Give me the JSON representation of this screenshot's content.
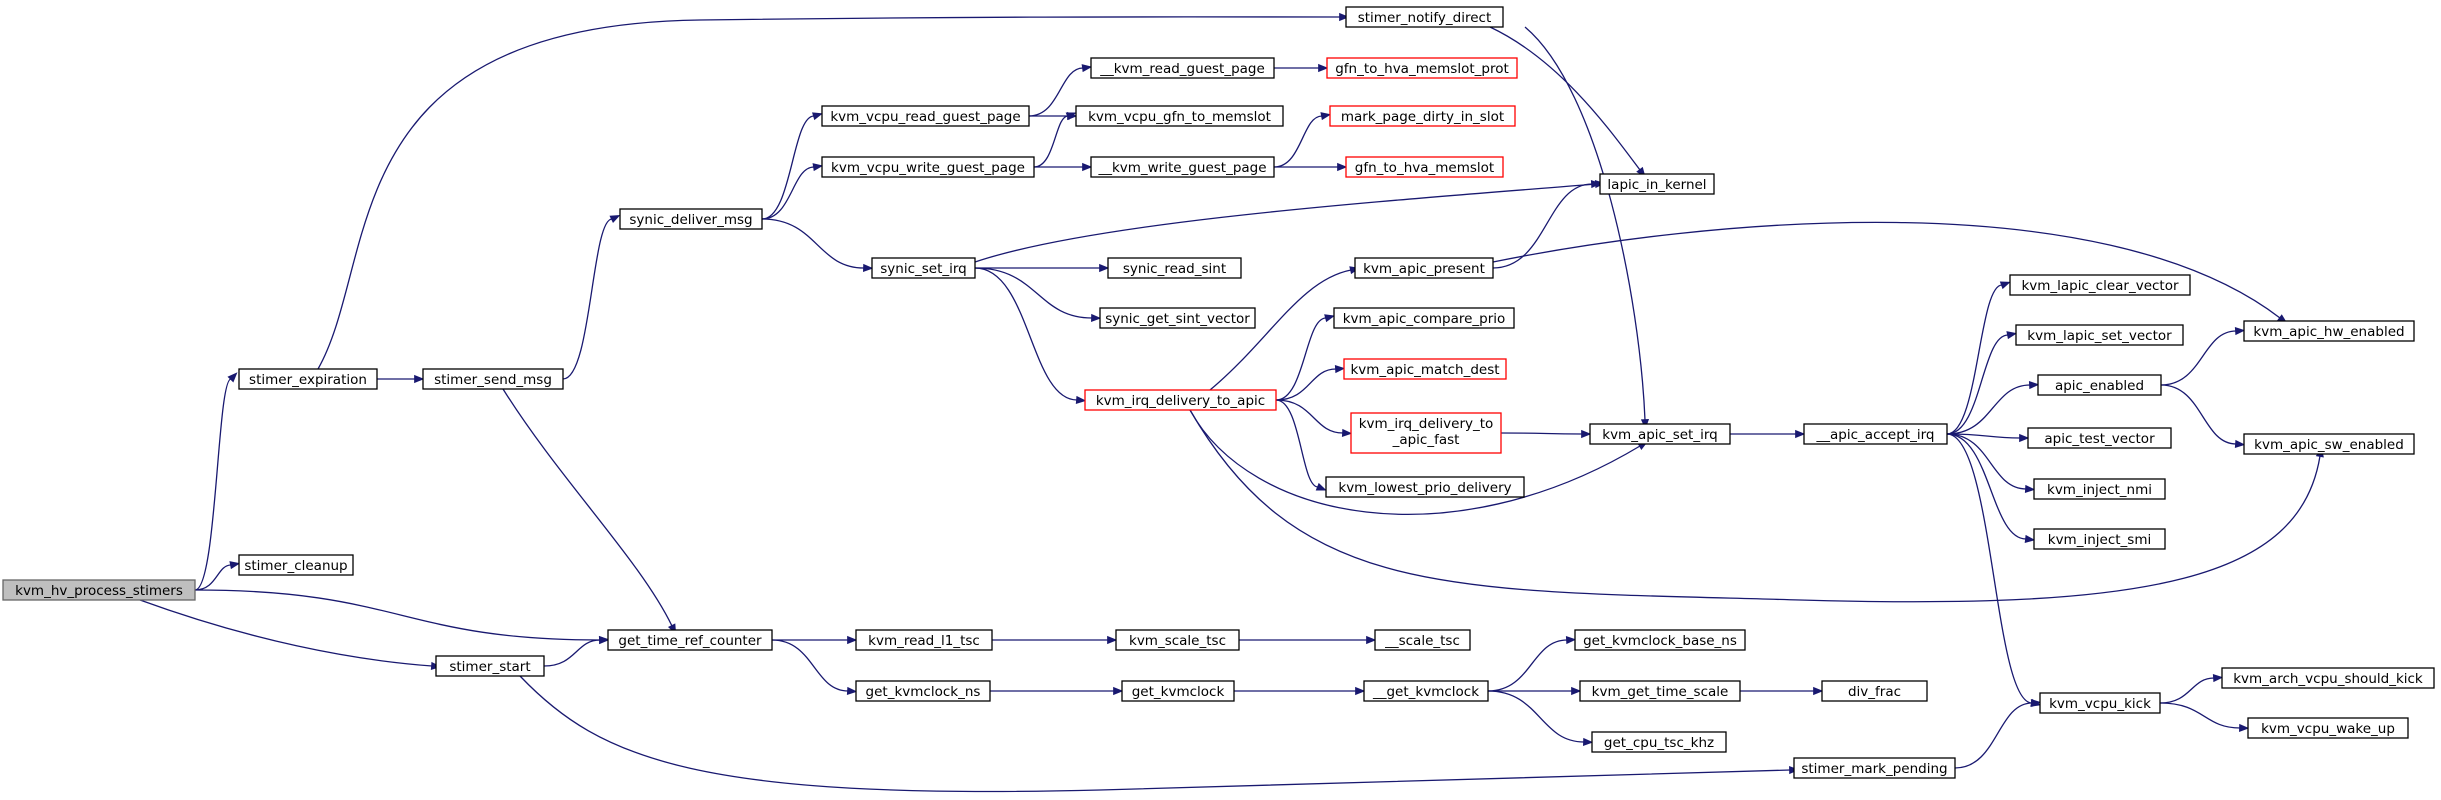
{
  "graph": {
    "nodes": [
      {
        "id": "kvm_hv_process_stimers",
        "label": "kvm_hv_process_stimers",
        "style": "root"
      },
      {
        "id": "stimer_expiration",
        "label": "stimer_expiration",
        "style": "normal"
      },
      {
        "id": "stimer_cleanup",
        "label": "stimer_cleanup",
        "style": "normal"
      },
      {
        "id": "stimer_start",
        "label": "stimer_start",
        "style": "normal"
      },
      {
        "id": "stimer_send_msg",
        "label": "stimer_send_msg",
        "style": "normal"
      },
      {
        "id": "get_time_ref_counter",
        "label": "get_time_ref_counter",
        "style": "normal"
      },
      {
        "id": "synic_deliver_msg",
        "label": "synic_deliver_msg",
        "style": "normal"
      },
      {
        "id": "stimer_notify_direct",
        "label": "stimer_notify_direct",
        "style": "normal"
      },
      {
        "id": "kvm_vcpu_read_guest_page",
        "label": "kvm_vcpu_read_guest_page",
        "style": "normal"
      },
      {
        "id": "kvm_vcpu_write_guest_page",
        "label": "kvm_vcpu_write_guest_page",
        "style": "normal"
      },
      {
        "id": "synic_set_irq",
        "label": "synic_set_irq",
        "style": "normal"
      },
      {
        "id": "kvm_read_l1_tsc",
        "label": "kvm_read_l1_tsc",
        "style": "normal"
      },
      {
        "id": "get_kvmclock_ns",
        "label": "get_kvmclock_ns",
        "style": "normal"
      },
      {
        "id": "__kvm_read_guest_page",
        "label": "__kvm_read_guest_page",
        "style": "normal"
      },
      {
        "id": "kvm_vcpu_gfn_to_memslot",
        "label": "kvm_vcpu_gfn_to_memslot",
        "style": "normal"
      },
      {
        "id": "__kvm_write_guest_page",
        "label": "__kvm_write_guest_page",
        "style": "normal"
      },
      {
        "id": "synic_read_sint",
        "label": "synic_read_sint",
        "style": "normal"
      },
      {
        "id": "synic_get_sint_vector",
        "label": "synic_get_sint_vector",
        "style": "normal"
      },
      {
        "id": "kvm_irq_delivery_to_apic",
        "label": "kvm_irq_delivery_to_apic",
        "style": "external"
      },
      {
        "id": "kvm_scale_tsc",
        "label": "kvm_scale_tsc",
        "style": "normal"
      },
      {
        "id": "get_kvmclock",
        "label": "get_kvmclock",
        "style": "normal"
      },
      {
        "id": "gfn_to_hva_memslot_prot",
        "label": "gfn_to_hva_memslot_prot",
        "style": "external"
      },
      {
        "id": "mark_page_dirty_in_slot",
        "label": "mark_page_dirty_in_slot",
        "style": "external"
      },
      {
        "id": "gfn_to_hva_memslot",
        "label": "gfn_to_hva_memslot",
        "style": "external"
      },
      {
        "id": "kvm_apic_present",
        "label": "kvm_apic_present",
        "style": "normal"
      },
      {
        "id": "kvm_apic_compare_prio",
        "label": "kvm_apic_compare_prio",
        "style": "normal"
      },
      {
        "id": "kvm_apic_match_dest",
        "label": "kvm_apic_match_dest",
        "style": "external"
      },
      {
        "id": "kvm_irq_delivery_to_apic_fast",
        "label": "kvm_irq_delivery_to\n_apic_fast",
        "style": "external"
      },
      {
        "id": "kvm_lowest_prio_delivery",
        "label": "kvm_lowest_prio_delivery",
        "style": "normal"
      },
      {
        "id": "__scale_tsc",
        "label": "__scale_tsc",
        "style": "normal"
      },
      {
        "id": "__get_kvmclock",
        "label": "__get_kvmclock",
        "style": "normal"
      },
      {
        "id": "lapic_in_kernel",
        "label": "lapic_in_kernel",
        "style": "normal"
      },
      {
        "id": "kvm_apic_set_irq",
        "label": "kvm_apic_set_irq",
        "style": "normal"
      },
      {
        "id": "get_kvmclock_base_ns",
        "label": "get_kvmclock_base_ns",
        "style": "normal"
      },
      {
        "id": "kvm_get_time_scale",
        "label": "kvm_get_time_scale",
        "style": "normal"
      },
      {
        "id": "get_cpu_tsc_khz",
        "label": "get_cpu_tsc_khz",
        "style": "normal"
      },
      {
        "id": "__apic_accept_irq",
        "label": "__apic_accept_irq",
        "style": "normal"
      },
      {
        "id": "div_frac",
        "label": "div_frac",
        "style": "normal"
      },
      {
        "id": "stimer_mark_pending",
        "label": "stimer_mark_pending",
        "style": "normal"
      },
      {
        "id": "kvm_lapic_clear_vector",
        "label": "kvm_lapic_clear_vector",
        "style": "normal"
      },
      {
        "id": "kvm_lapic_set_vector",
        "label": "kvm_lapic_set_vector",
        "style": "normal"
      },
      {
        "id": "apic_enabled",
        "label": "apic_enabled",
        "style": "normal"
      },
      {
        "id": "apic_test_vector",
        "label": "apic_test_vector",
        "style": "normal"
      },
      {
        "id": "kvm_inject_nmi",
        "label": "kvm_inject_nmi",
        "style": "normal"
      },
      {
        "id": "kvm_inject_smi",
        "label": "kvm_inject_smi",
        "style": "normal"
      },
      {
        "id": "kvm_vcpu_kick",
        "label": "kvm_vcpu_kick",
        "style": "normal"
      },
      {
        "id": "kvm_apic_hw_enabled",
        "label": "kvm_apic_hw_enabled",
        "style": "normal"
      },
      {
        "id": "kvm_apic_sw_enabled",
        "label": "kvm_apic_sw_enabled",
        "style": "normal"
      },
      {
        "id": "kvm_arch_vcpu_should_kick",
        "label": "kvm_arch_vcpu_should_kick",
        "style": "normal"
      },
      {
        "id": "kvm_vcpu_wake_up",
        "label": "kvm_vcpu_wake_up",
        "style": "normal"
      }
    ],
    "edges": [
      [
        "kvm_hv_process_stimers",
        "stimer_expiration"
      ],
      [
        "kvm_hv_process_stimers",
        "stimer_cleanup"
      ],
      [
        "kvm_hv_process_stimers",
        "get_time_ref_counter"
      ],
      [
        "kvm_hv_process_stimers",
        "stimer_start"
      ],
      [
        "stimer_expiration",
        "stimer_notify_direct"
      ],
      [
        "stimer_expiration",
        "stimer_send_msg"
      ],
      [
        "stimer_send_msg",
        "synic_deliver_msg"
      ],
      [
        "stimer_send_msg",
        "get_time_ref_counter"
      ],
      [
        "stimer_start",
        "get_time_ref_counter"
      ],
      [
        "stimer_start",
        "stimer_mark_pending"
      ],
      [
        "synic_deliver_msg",
        "kvm_vcpu_read_guest_page"
      ],
      [
        "synic_deliver_msg",
        "kvm_vcpu_write_guest_page"
      ],
      [
        "synic_deliver_msg",
        "synic_set_irq"
      ],
      [
        "kvm_vcpu_read_guest_page",
        "__kvm_read_guest_page"
      ],
      [
        "kvm_vcpu_read_guest_page",
        "kvm_vcpu_gfn_to_memslot"
      ],
      [
        "kvm_vcpu_write_guest_page",
        "kvm_vcpu_gfn_to_memslot"
      ],
      [
        "kvm_vcpu_write_guest_page",
        "__kvm_write_guest_page"
      ],
      [
        "__kvm_read_guest_page",
        "gfn_to_hva_memslot_prot"
      ],
      [
        "__kvm_write_guest_page",
        "mark_page_dirty_in_slot"
      ],
      [
        "__kvm_write_guest_page",
        "gfn_to_hva_memslot"
      ],
      [
        "synic_set_irq",
        "lapic_in_kernel"
      ],
      [
        "synic_set_irq",
        "synic_read_sint"
      ],
      [
        "synic_set_irq",
        "synic_get_sint_vector"
      ],
      [
        "synic_set_irq",
        "kvm_irq_delivery_to_apic"
      ],
      [
        "stimer_notify_direct",
        "lapic_in_kernel"
      ],
      [
        "stimer_notify_direct",
        "kvm_apic_set_irq"
      ],
      [
        "kvm_irq_delivery_to_apic",
        "kvm_apic_present"
      ],
      [
        "kvm_irq_delivery_to_apic",
        "kvm_apic_compare_prio"
      ],
      [
        "kvm_irq_delivery_to_apic",
        "kvm_apic_match_dest"
      ],
      [
        "kvm_irq_delivery_to_apic",
        "kvm_irq_delivery_to_apic_fast"
      ],
      [
        "kvm_irq_delivery_to_apic",
        "kvm_lowest_prio_delivery"
      ],
      [
        "kvm_irq_delivery_to_apic",
        "kvm_apic_set_irq"
      ],
      [
        "kvm_irq_delivery_to_apic",
        "kvm_apic_sw_enabled"
      ],
      [
        "kvm_apic_present",
        "lapic_in_kernel"
      ],
      [
        "kvm_apic_present",
        "kvm_apic_hw_enabled"
      ],
      [
        "kvm_irq_delivery_to_apic_fast",
        "kvm_apic_set_irq"
      ],
      [
        "kvm_apic_set_irq",
        "__apic_accept_irq"
      ],
      [
        "__apic_accept_irq",
        "kvm_lapic_clear_vector"
      ],
      [
        "__apic_accept_irq",
        "kvm_lapic_set_vector"
      ],
      [
        "__apic_accept_irq",
        "apic_enabled"
      ],
      [
        "__apic_accept_irq",
        "apic_test_vector"
      ],
      [
        "__apic_accept_irq",
        "kvm_inject_nmi"
      ],
      [
        "__apic_accept_irq",
        "kvm_inject_smi"
      ],
      [
        "__apic_accept_irq",
        "kvm_vcpu_kick"
      ],
      [
        "apic_enabled",
        "kvm_apic_hw_enabled"
      ],
      [
        "apic_enabled",
        "kvm_apic_sw_enabled"
      ],
      [
        "get_time_ref_counter",
        "kvm_read_l1_tsc"
      ],
      [
        "get_time_ref_counter",
        "get_kvmclock_ns"
      ],
      [
        "kvm_read_l1_tsc",
        "kvm_scale_tsc"
      ],
      [
        "kvm_scale_tsc",
        "__scale_tsc"
      ],
      [
        "get_kvmclock_ns",
        "get_kvmclock"
      ],
      [
        "get_kvmclock",
        "__get_kvmclock"
      ],
      [
        "__get_kvmclock",
        "get_kvmclock_base_ns"
      ],
      [
        "__get_kvmclock",
        "kvm_get_time_scale"
      ],
      [
        "__get_kvmclock",
        "get_cpu_tsc_khz"
      ],
      [
        "kvm_get_time_scale",
        "div_frac"
      ],
      [
        "stimer_mark_pending",
        "kvm_vcpu_kick"
      ],
      [
        "kvm_vcpu_kick",
        "kvm_arch_vcpu_should_kick"
      ],
      [
        "kvm_vcpu_kick",
        "kvm_vcpu_wake_up"
      ]
    ]
  }
}
